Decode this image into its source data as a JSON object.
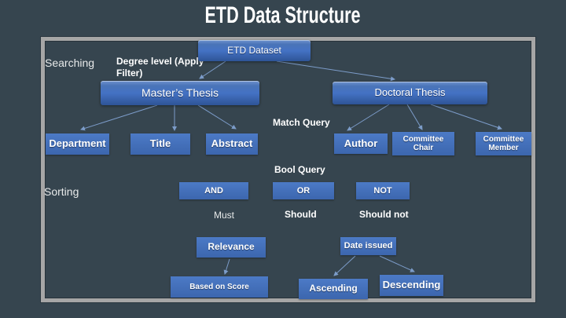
{
  "slide_title": "ETD Data Structure",
  "labels": {
    "searching": "Searching",
    "sorting": "Sorting",
    "degree_level": "Degree level (Apply Filter)",
    "match_query": "Match Query",
    "bool_query": "Bool Query",
    "must": "Must",
    "should": "Should",
    "should_not": "Should not"
  },
  "nodes": {
    "etd_dataset": "ETD Dataset",
    "masters_thesis": "Master’s Thesis",
    "doctoral_thesis": "Doctoral Thesis",
    "department": "Department",
    "title": "Title",
    "abstract": "Abstract",
    "author": "Author",
    "committee_chair": "Committee Chair",
    "committee_member": "Committee Member",
    "and": "AND",
    "or": "OR",
    "not": "NOT",
    "relevance": "Relevance",
    "date_issued": "Date issued",
    "based_on_score": "Based on Score",
    "ascending": "Ascending",
    "descending": "Descending"
  },
  "edges": [
    {
      "from": "etd_dataset",
      "to": "masters_thesis"
    },
    {
      "from": "etd_dataset",
      "to": "doctoral_thesis"
    },
    {
      "from": "masters_thesis",
      "to": "department"
    },
    {
      "from": "masters_thesis",
      "to": "title"
    },
    {
      "from": "masters_thesis",
      "to": "abstract"
    },
    {
      "from": "doctoral_thesis",
      "to": "author"
    },
    {
      "from": "doctoral_thesis",
      "to": "committee_chair"
    },
    {
      "from": "doctoral_thesis",
      "to": "committee_member"
    },
    {
      "from": "relevance",
      "to": "based_on_score"
    },
    {
      "from": "date_issued",
      "to": "ascending"
    },
    {
      "from": "date_issued",
      "to": "descending"
    }
  ],
  "colors": {
    "background": "#36454F",
    "frame_border": "#A6A6A6",
    "node_fill": "#4472C4",
    "node_gradient_top": "#6E93CE",
    "node_gradient_bottom": "#2E5496",
    "connector": "#7C9CC9",
    "title_text": "#FFFFFF",
    "label_text": "#E8EAEA"
  }
}
